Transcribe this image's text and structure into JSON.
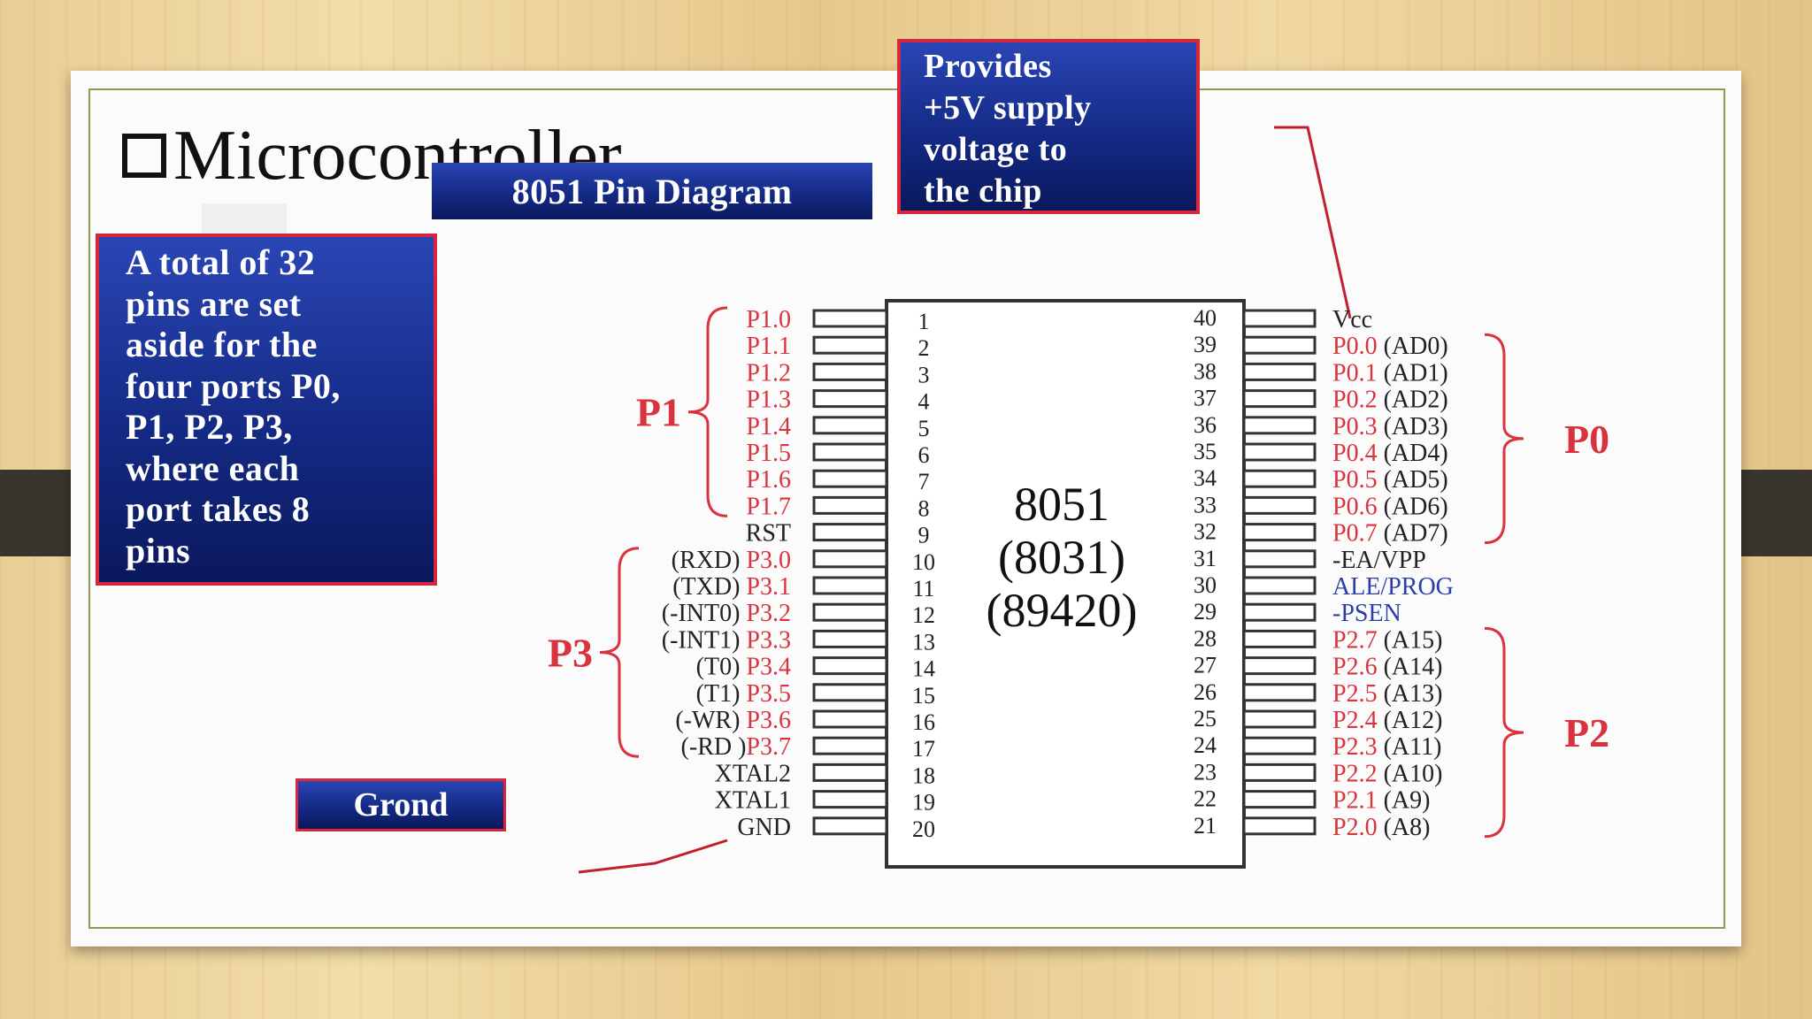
{
  "slide": {
    "title": "Microcontroller",
    "diagram_title": "8051 Pin Diagram",
    "supply_note": [
      "Provides",
      "+5V supply",
      "voltage to",
      "the chip"
    ],
    "ports_note": [
      "A total of 32",
      "pins are set",
      "aside for the",
      "four ports P0,",
      "P1, P2, P3,",
      "where each",
      "port takes 8",
      "pins"
    ],
    "ground_label": "Grond"
  },
  "chip": {
    "labels": [
      "8051",
      "(8031)",
      "(89420)"
    ]
  },
  "colors": {
    "port_text": "#d9333f",
    "psen_text": "#2b3fa8",
    "black_text": "#222222",
    "box_border": "#d8263a"
  },
  "left_pins": [
    {
      "num": "1",
      "prefix": "",
      "name": "P1.0",
      "color": "red"
    },
    {
      "num": "2",
      "prefix": "",
      "name": "P1.1",
      "color": "red"
    },
    {
      "num": "3",
      "prefix": "",
      "name": "P1.2",
      "color": "red"
    },
    {
      "num": "4",
      "prefix": "",
      "name": "P1.3",
      "color": "red"
    },
    {
      "num": "5",
      "prefix": "",
      "name": "P1.4",
      "color": "red"
    },
    {
      "num": "6",
      "prefix": "",
      "name": "P1.5",
      "color": "red"
    },
    {
      "num": "7",
      "prefix": "",
      "name": "P1.6",
      "color": "red"
    },
    {
      "num": "8",
      "prefix": "",
      "name": "P1.7",
      "color": "red"
    },
    {
      "num": "9",
      "prefix": "",
      "name": "RST",
      "color": "black"
    },
    {
      "num": "10",
      "prefix": "(RXD) ",
      "name": "P3.0",
      "color": "red"
    },
    {
      "num": "11",
      "prefix": "(TXD) ",
      "name": "P3.1",
      "color": "red"
    },
    {
      "num": "12",
      "prefix": "(-INT0) ",
      "name": "P3.2",
      "color": "red"
    },
    {
      "num": "13",
      "prefix": "(-INT1) ",
      "name": "P3.3",
      "color": "red"
    },
    {
      "num": "14",
      "prefix": "(T0) ",
      "name": "P3.4",
      "color": "red"
    },
    {
      "num": "15",
      "prefix": "(T1) ",
      "name": "P3.5",
      "color": "red"
    },
    {
      "num": "16",
      "prefix": "(-WR) ",
      "name": "P3.6",
      "color": "red"
    },
    {
      "num": "17",
      "prefix": "(-RD )",
      "name": "P3.7",
      "color": "red"
    },
    {
      "num": "18",
      "prefix": "",
      "name": "XTAL2",
      "color": "black"
    },
    {
      "num": "19",
      "prefix": "",
      "name": "XTAL1",
      "color": "black"
    },
    {
      "num": "20",
      "prefix": "",
      "name": "GND",
      "color": "black"
    }
  ],
  "right_pins": [
    {
      "num": "40",
      "name": "Vcc",
      "suffix": "",
      "color": "black"
    },
    {
      "num": "39",
      "name": "P0.0",
      "suffix": " (AD0)",
      "color": "red"
    },
    {
      "num": "38",
      "name": "P0.1",
      "suffix": " (AD1)",
      "color": "red"
    },
    {
      "num": "37",
      "name": "P0.2",
      "suffix": " (AD2)",
      "color": "red"
    },
    {
      "num": "36",
      "name": "P0.3",
      "suffix": " (AD3)",
      "color": "red"
    },
    {
      "num": "35",
      "name": "P0.4",
      "suffix": " (AD4)",
      "color": "red"
    },
    {
      "num": "34",
      "name": "P0.5",
      "suffix": " (AD5)",
      "color": "red"
    },
    {
      "num": "33",
      "name": "P0.6",
      "suffix": " (AD6)",
      "color": "red"
    },
    {
      "num": "32",
      "name": "P0.7",
      "suffix": " (AD7)",
      "color": "red"
    },
    {
      "num": "31",
      "name": "-EA/VPP",
      "suffix": "",
      "color": "black"
    },
    {
      "num": "30",
      "name": "ALE/PROG",
      "suffix": "",
      "color": "blue"
    },
    {
      "num": "29",
      "name": "-PSEN",
      "suffix": "",
      "color": "blue"
    },
    {
      "num": "28",
      "name": "P2.7",
      "suffix": " (A15)",
      "color": "red"
    },
    {
      "num": "27",
      "name": "P2.6",
      "suffix": " (A14)",
      "color": "red"
    },
    {
      "num": "26",
      "name": "P2.5",
      "suffix": " (A13)",
      "color": "red"
    },
    {
      "num": "25",
      "name": "P2.4",
      "suffix": " (A12)",
      "color": "red"
    },
    {
      "num": "24",
      "name": "P2.3",
      "suffix": " (A11)",
      "color": "red"
    },
    {
      "num": "23",
      "name": "P2.2",
      "suffix": " (A10)",
      "color": "red"
    },
    {
      "num": "22",
      "name": "P2.1",
      "suffix": " (A9)",
      "color": "red"
    },
    {
      "num": "21",
      "name": "P2.0",
      "suffix": " (A8)",
      "color": "red"
    }
  ],
  "port_groups": [
    {
      "name": "P1",
      "side": "left",
      "first": 0,
      "last": 7
    },
    {
      "name": "P3",
      "side": "left",
      "first": 9,
      "last": 16
    },
    {
      "name": "P0",
      "side": "right",
      "first": 1,
      "last": 8
    },
    {
      "name": "P2",
      "side": "right",
      "first": 12,
      "last": 19
    }
  ]
}
